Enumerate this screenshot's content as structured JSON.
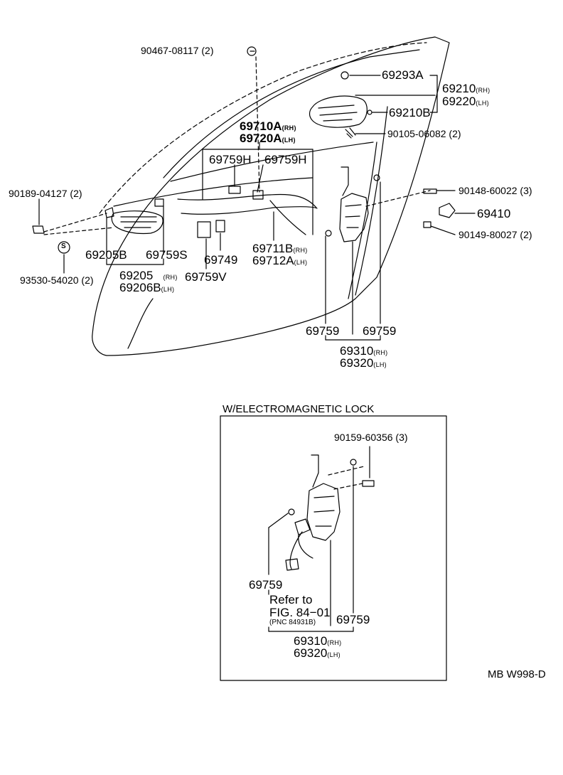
{
  "labels": {
    "p90467": "90467-08117",
    "p90467_qty": "(2)",
    "p69293A": "69293A",
    "p69210": "69210",
    "p69210_sub": "(RH)",
    "p69220": "69220",
    "p69220_sub": "(LH)",
    "p69210B": "69210B",
    "p90105": "90105-06082",
    "p90105_qty": "(2)",
    "p69710A": "69710A",
    "p69710A_sub": "(RH)",
    "p69720A": "69720A",
    "p69720A_sub": "(LH)",
    "p69759H_a": "69759H",
    "p69759H_b": "69759H",
    "p90189": "90189-04127",
    "p90189_qty": "(2)",
    "p90148": "90148-60022",
    "p90148_qty": "(3)",
    "p69410": "69410",
    "p90149": "90149-80027",
    "p90149_qty": "(2)",
    "p69205B": "69205B",
    "p69759S": "69759S",
    "p69749": "69749",
    "p69711B": "69711B",
    "p69711B_sub": "(RH)",
    "p69712A": "69712A",
    "p69712A_sub": "(LH)",
    "p69205": "69205",
    "p69205_sub": "(RH)",
    "p69206B": "69206B",
    "p69206B_sub": "(LH)",
    "p69759V": "69759V",
    "p93530": "93530-54020",
    "p93530_qty": "(2)",
    "p69759_left": "69759",
    "p69759_right": "69759",
    "p69310": "69310",
    "p69310_sub": "(RH)",
    "p69320": "69320",
    "p69320_sub": "(LH)",
    "s_symbol": "S"
  },
  "inset": {
    "title": "W/ELECTROMAGNETIC LOCK",
    "p90159": "90159-60356",
    "p90159_qty": "(3)",
    "p69759_left": "69759",
    "refer_line1": "Refer to",
    "refer_line2": "FIG. 84−01",
    "refer_line3": "(PNC 84931B)",
    "p69759_right": "69759",
    "p69310": "69310",
    "p69310_sub": "(RH)",
    "p69320": "69320",
    "p69320_sub": "(LH)"
  },
  "diagram_code": "MB W998-D"
}
